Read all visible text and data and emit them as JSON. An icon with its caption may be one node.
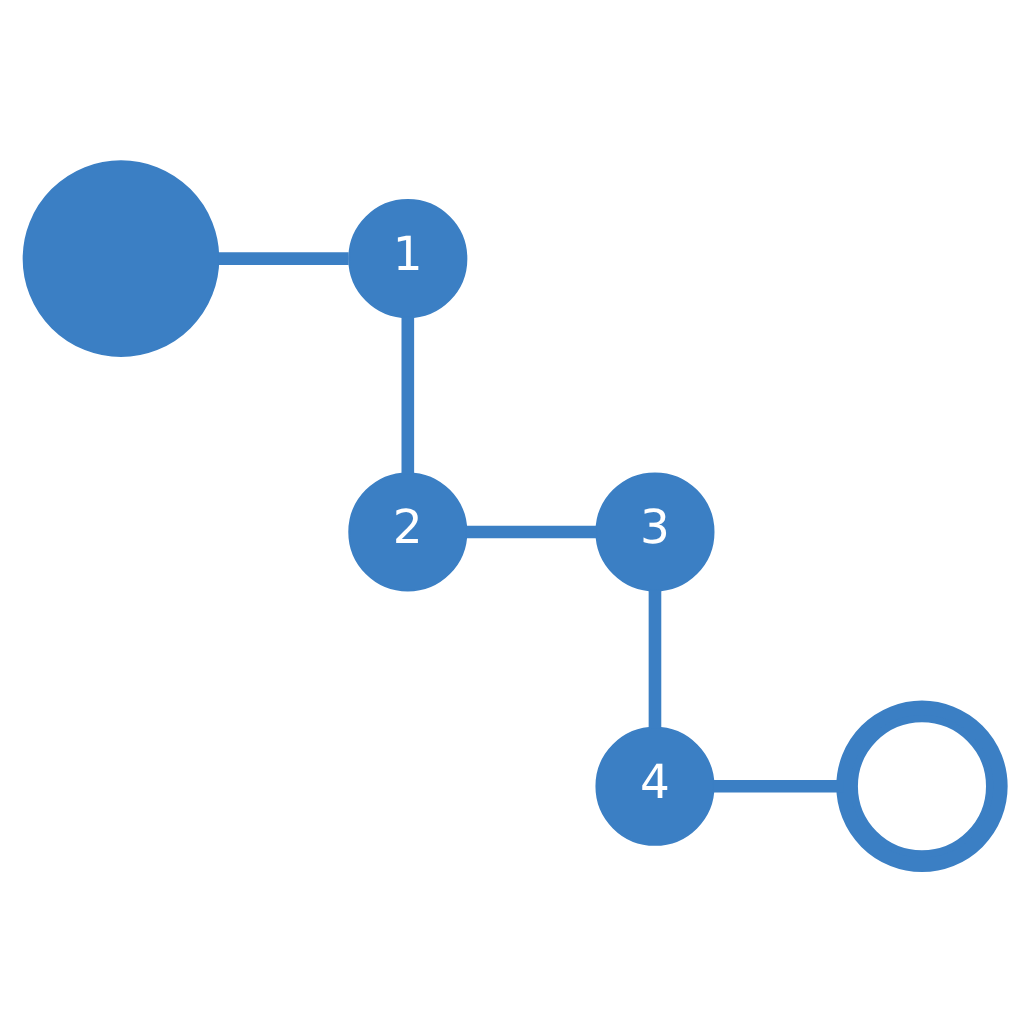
{
  "diagram": {
    "nodes": [
      {
        "text": [],
        "shape": "circle"
      },
      {
        "text": [
          "1"
        ]
      },
      {
        "text": [
          "2"
        ]
      },
      {
        "text": [
          "3"
        ]
      },
      {
        "text": [
          "4"
        ]
      },
      {
        "text": [],
        "shape": "circle"
      }
    ],
    "edges": [
      {
        "from": 0,
        "to": 1,
        "arrow": "none"
      },
      {
        "from": 1,
        "to": 2,
        "arrow": "none"
      },
      {
        "from": 2,
        "to": 3,
        "arrow": "none"
      },
      {
        "from": 3,
        "to": 4,
        "arrow": "none"
      },
      {
        "from": 4,
        "to": 5,
        "arrow": "none"
      }
    ]
  }
}
